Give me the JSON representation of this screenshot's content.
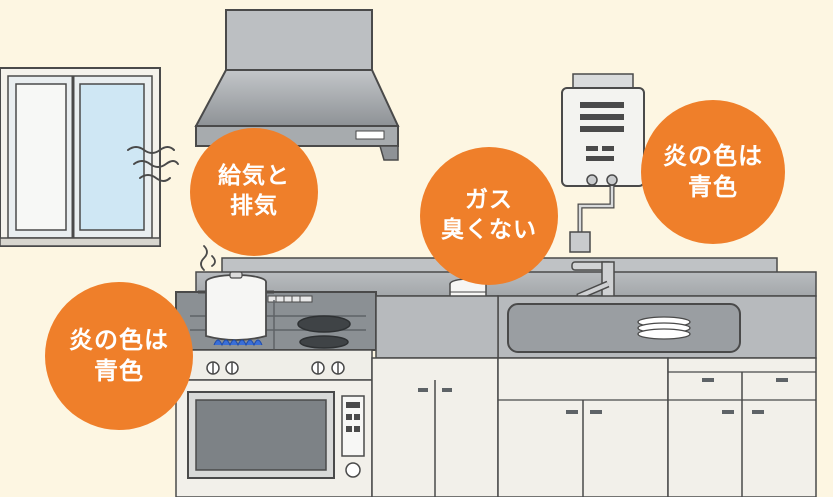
{
  "colors": {
    "background": "#fdf6e2",
    "bubble": "#ef7f2a",
    "outline": "#4a4a4a",
    "cabinet": "#f2f0ea",
    "steel": "#9fa3a6",
    "glass": "#cfe7f4",
    "flame": "#3a6fd8"
  },
  "bubbles": {
    "air": {
      "lines": [
        "給気と",
        "排気"
      ]
    },
    "gas": {
      "lines": [
        "ガス",
        "臭くない"
      ]
    },
    "flame_right": {
      "lines": [
        "炎の色は",
        "青色"
      ]
    },
    "flame_left": {
      "lines": [
        "炎の色は",
        "青色"
      ]
    }
  },
  "icons": [
    "window",
    "air-flow-icon",
    "range-hood",
    "water-heater",
    "faucet",
    "steam-icon",
    "pot",
    "flame-icon",
    "dish-stack",
    "sink",
    "oven",
    "stove-knob"
  ]
}
